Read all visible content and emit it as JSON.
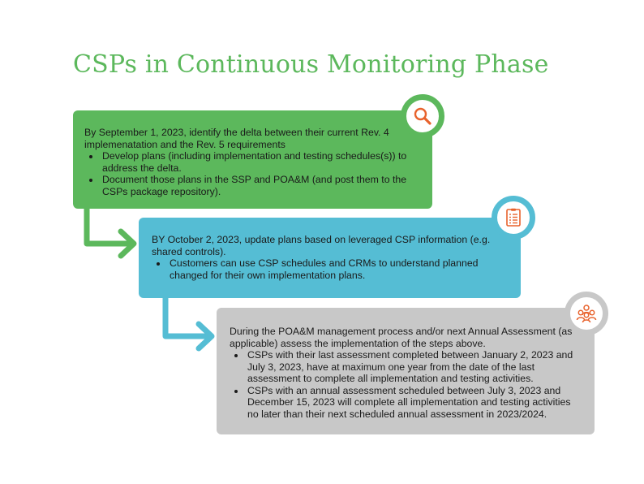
{
  "title": "CSPs in Continuous Monitoring Phase",
  "colors": {
    "title": "#5cb85c",
    "step1": "#5cb85c",
    "step2": "#55bdd4",
    "step3": "#c8c8c8",
    "icon_accent": "#e8622c"
  },
  "steps": [
    {
      "icon": "magnifier-icon",
      "intro": "By September 1, 2023, identify the delta between their current Rev. 4 implemenatation and the Rev. 5 requirements",
      "bullets": [
        " Develop plans (including implementation and testing schedules(s)) to address the delta.",
        "Document those plans in the SSP and POA&M (and post them to the CSPs package repository)."
      ]
    },
    {
      "icon": "checklist-icon",
      "intro": "BY October 2, 2023, update plans based on leveraged CSP information (e.g. shared controls).",
      "bullets": [
        "Customers can use CSP schedules and CRMs to understand planned changed for their own implementation plans."
      ]
    },
    {
      "icon": "team-icon",
      "intro": "During the POA&M management process and/or next Annual Assessment (as applicable) assess the implementation of the steps above.",
      "bullets": [
        "CSPs with their last assessment completed between January 2, 2023 and July 3, 2023, have at maximum one year from the date of the last assessment to complete all implementation and testing activities.",
        "CSPs with an annual assessment scheduled between July 3, 2023 and December 15, 2023 will complete all implementation and testing activities no later than their next scheduled annual assessment in 2023/2024."
      ]
    }
  ]
}
